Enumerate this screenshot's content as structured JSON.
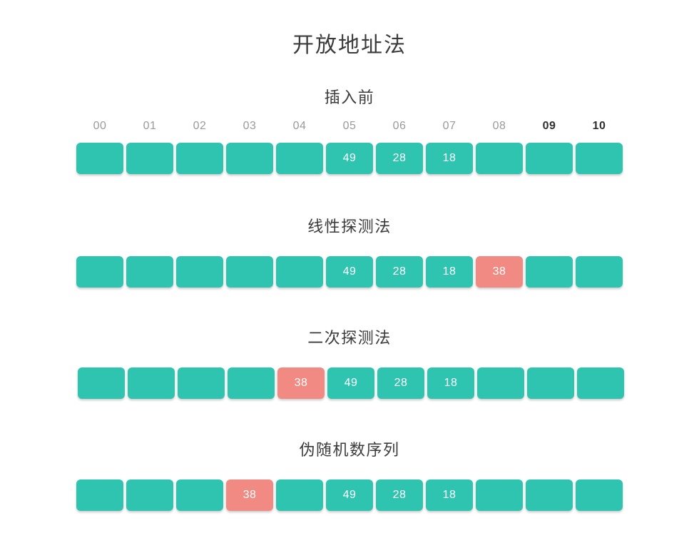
{
  "title": "开放地址法",
  "colors": {
    "cell_filled": "#2ec4b0",
    "cell_highlight": "#f08a82",
    "text_dark": "#3b3b3b",
    "index_muted": "#9a9a9a",
    "background": "#ffffff"
  },
  "indices": [
    {
      "label": "00",
      "strong": false
    },
    {
      "label": "01",
      "strong": false
    },
    {
      "label": "02",
      "strong": false
    },
    {
      "label": "03",
      "strong": false
    },
    {
      "label": "04",
      "strong": false
    },
    {
      "label": "05",
      "strong": false
    },
    {
      "label": "06",
      "strong": false
    },
    {
      "label": "07",
      "strong": false
    },
    {
      "label": "08",
      "strong": false
    },
    {
      "label": "09",
      "strong": true
    },
    {
      "label": "10",
      "strong": true
    }
  ],
  "sections": [
    {
      "title": "插入前",
      "show_indices": true,
      "cells": [
        "",
        "",
        "",
        "",
        "",
        "49",
        "28",
        "18",
        "",
        "",
        ""
      ],
      "highlight_index": -1
    },
    {
      "title": "线性探测法",
      "show_indices": false,
      "cells": [
        "",
        "",
        "",
        "",
        "",
        "49",
        "28",
        "18",
        "38",
        "",
        ""
      ],
      "highlight_index": 8
    },
    {
      "title": "二次探测法",
      "show_indices": false,
      "cells": [
        "",
        "",
        "",
        "",
        "38",
        "49",
        "28",
        "18",
        "",
        "",
        ""
      ],
      "highlight_index": 4
    },
    {
      "title": "伪随机数序列",
      "show_indices": false,
      "cells": [
        "",
        "",
        "",
        "38",
        "",
        "49",
        "28",
        "18",
        "",
        "",
        ""
      ],
      "highlight_index": 3
    }
  ]
}
